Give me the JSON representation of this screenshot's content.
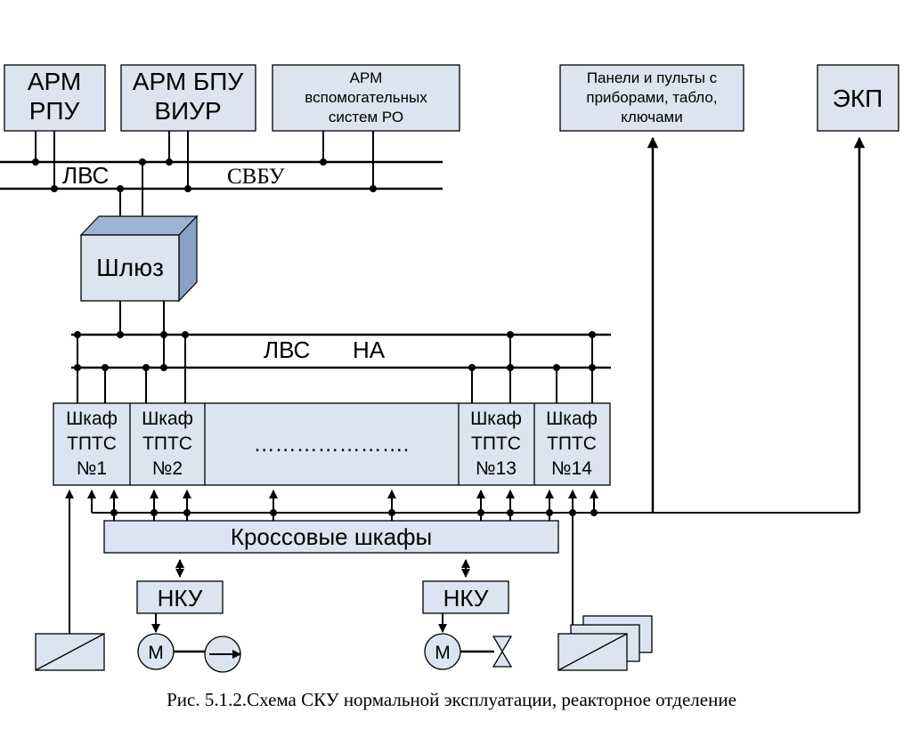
{
  "workstations": {
    "arm_rpu": [
      "АРМ",
      "РПУ"
    ],
    "arm_bpu": [
      "АРМ БПУ",
      "ВИУР"
    ],
    "arm_aux": [
      "АРМ",
      "вспомогательных",
      "систем РО"
    ],
    "panels": [
      "Панели и пульты с",
      "приборами, табло,",
      "ключами"
    ],
    "ekp": "ЭКП"
  },
  "buses": {
    "top_lan": "ЛВС",
    "top_svbu": "СВБУ",
    "na_lan": "ЛВС",
    "na_label": "НА"
  },
  "gateway": "Шлюз",
  "cabinets": [
    [
      "Шкаф",
      "ТПТС",
      "№1"
    ],
    [
      "Шкаф",
      "ТПТС",
      "№2"
    ],
    [
      "Шкаф",
      "ТПТС",
      "№13"
    ],
    [
      "Шкаф",
      "ТПТС",
      "№14"
    ]
  ],
  "cabinets_ellipsis": "………………….",
  "cross_cabinets": "Кроссовые шкафы",
  "nku": [
    "НКУ",
    "НКУ"
  ],
  "motor": [
    "М",
    "М"
  ],
  "caption": "Рис. 5.1.2.Схема СКУ нормальной эксплуатации, реакторное отделение"
}
